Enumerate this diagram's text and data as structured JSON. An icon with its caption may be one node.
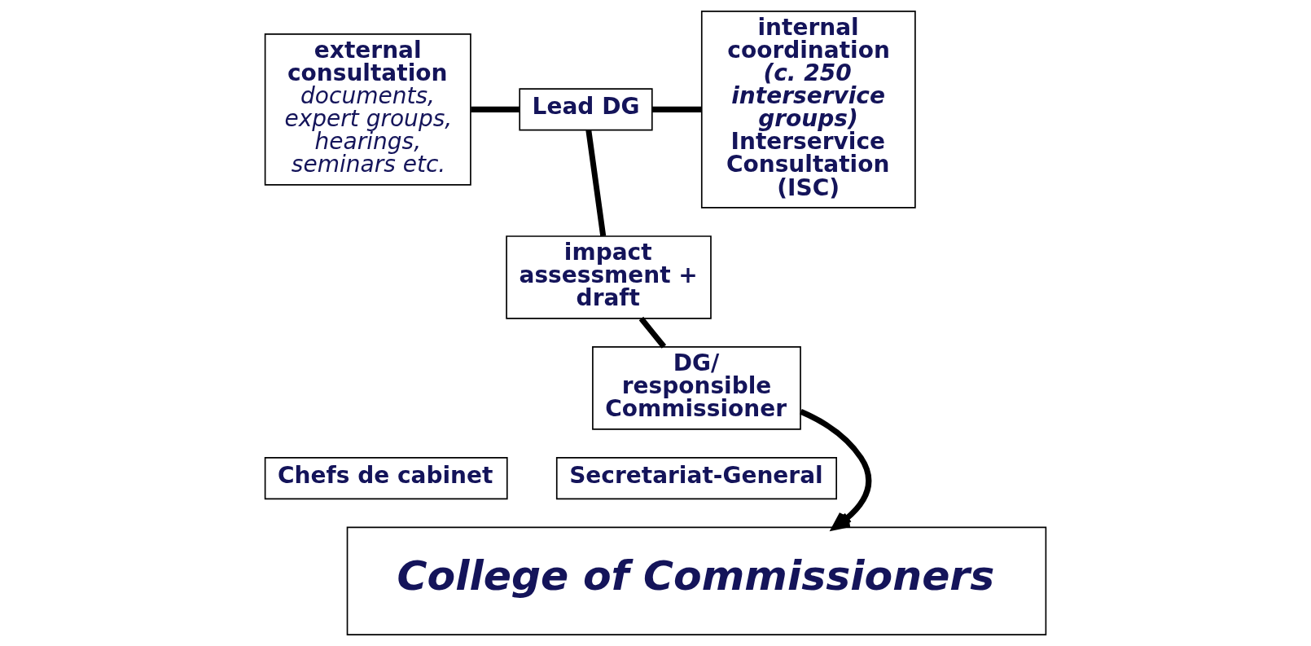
{
  "diagram": {
    "nodes": [
      {
        "text": [
          "external consultation",
          "documents, expert groups, hearings, seminars etc."
        ]
      },
      {
        "text": [
          "Lead DG"
        ]
      },
      {
        "text": [
          "internal coordination",
          "(c. 250 interservice groups)",
          "Interservice Consultation (ISC)"
        ]
      },
      {
        "text": [
          "impact assessment + draft"
        ]
      },
      {
        "text": [
          "DG/ responsible Commissioner"
        ]
      },
      {
        "text": [
          "Chefs de cabinet"
        ]
      },
      {
        "text": [
          "Secretariat-General"
        ]
      },
      {
        "text": [
          "College of Commissioners"
        ]
      }
    ],
    "edges": [
      {
        "from": 0,
        "to": 1,
        "arrow": "none"
      },
      {
        "from": 1,
        "to": 2,
        "arrow": "none"
      },
      {
        "from": 1,
        "to": 3,
        "arrow": "none"
      },
      {
        "from": 3,
        "to": 4,
        "arrow": "none"
      },
      {
        "from": 4,
        "to": 7,
        "arrow": "to"
      }
    ]
  }
}
